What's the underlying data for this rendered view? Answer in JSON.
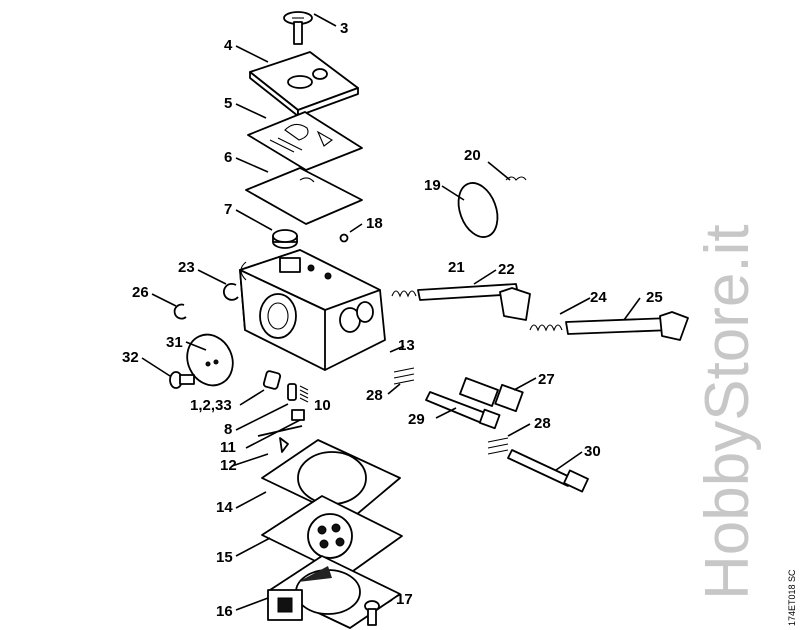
{
  "diagram": {
    "drawing_code": "174ET018 SC",
    "watermark": "HobbyStore.it",
    "labels": {
      "p3": "3",
      "p4": "4",
      "p5": "5",
      "p6": "6",
      "p7": "7",
      "p18": "18",
      "p23": "23",
      "p26": "26",
      "p31": "31",
      "p32": "32",
      "p1_2_33": "1,2,33",
      "p8": "8",
      "p10": "10",
      "p11": "11",
      "p12": "12",
      "p13": "13",
      "p14": "14",
      "p15": "15",
      "p16": "16",
      "p17": "17",
      "p19": "19",
      "p20": "20",
      "p21": "21",
      "p22": "22",
      "p24": "24",
      "p25": "25",
      "p27": "27",
      "p28a": "28",
      "p28b": "28",
      "p29": "29",
      "p30": "30"
    }
  }
}
